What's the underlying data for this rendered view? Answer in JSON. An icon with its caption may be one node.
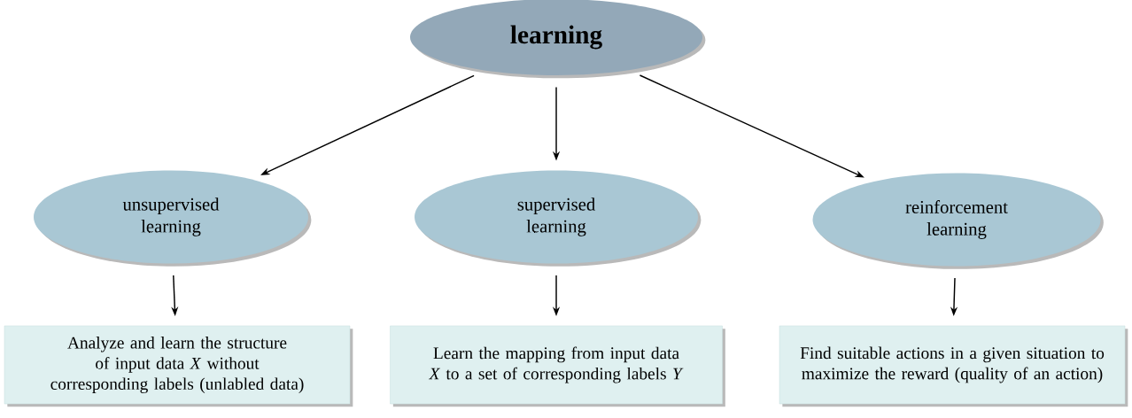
{
  "diagram": {
    "nodes": [
      {
        "text": [
          "learning"
        ]
      },
      {
        "text": [
          "unsupervised learning"
        ]
      },
      {
        "text": [
          "supervised learning"
        ]
      },
      {
        "text": [
          "reinforcement learning"
        ]
      },
      {
        "text": [
          "Analyze and learn the structure of input data *X* without corresponding labels (unlabled data)"
        ]
      },
      {
        "text": [
          "Learn the mapping from input data *X* to a set of corresponding labels *Y*"
        ]
      },
      {
        "text": [
          "Find suitable actions in a given situation to maximize the reward (quality of an action)"
        ]
      }
    ],
    "edges": [
      {
        "from": 0,
        "to": 1,
        "arrow": "to"
      },
      {
        "from": 0,
        "to": 2,
        "arrow": "to"
      },
      {
        "from": 0,
        "to": 3,
        "arrow": "to"
      },
      {
        "from": 1,
        "to": 4,
        "arrow": "to"
      },
      {
        "from": 2,
        "to": 5,
        "arrow": "to"
      },
      {
        "from": 3,
        "to": 6,
        "arrow": "to"
      }
    ]
  }
}
